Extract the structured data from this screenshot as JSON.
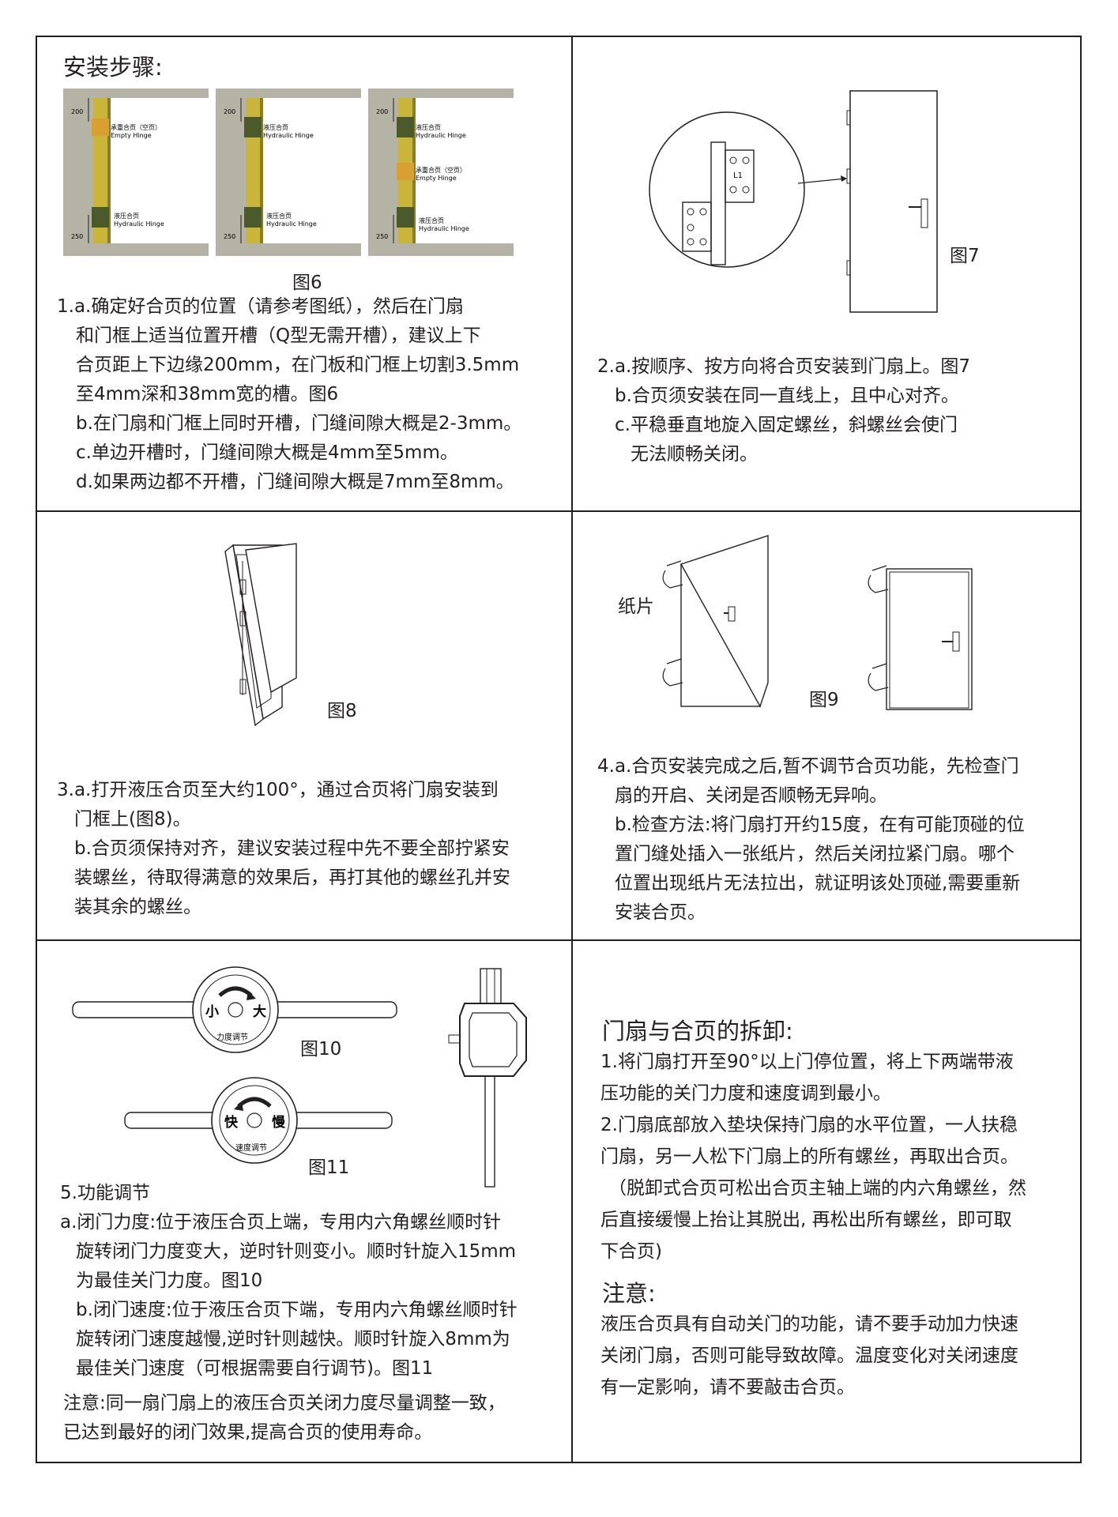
{
  "install": {
    "heading": "安装步骤:",
    "fig6_caption": "图6",
    "fig6_panels": [
      {
        "top_dim": "200",
        "bottom_dim": "250",
        "top_label_cn": "承重合页（空页）",
        "top_label_en": "Empty Hinge",
        "bottom_label_cn": "液压合页",
        "bottom_label_en": "Hydraulic Hinge"
      },
      {
        "top_dim": "200",
        "bottom_dim": "250",
        "top_label_cn": "液压合页",
        "top_label_en": "Hydraulic Hinge",
        "bottom_label_cn": "液压合页",
        "bottom_label_en": "Hydraulic Hinge"
      },
      {
        "top_dim": "200",
        "bottom_dim": "250",
        "top_label_cn": "液压合页",
        "top_label_en": "Hydraulic Hinge",
        "mid_label_cn": "承重合页（空页）",
        "mid_label_en": "Empty Hinge",
        "bottom_label_cn": "液压合页",
        "bottom_label_en": "Hydraulic Hinge"
      }
    ],
    "step1": [
      "1.a.确定好合页的位置（请参考图纸），然后在门扇",
      "和门框上适当位置开槽（Q型无需开槽），建议上下",
      "合页距上下边缘200mm，在门板和门框上切割3.5mm",
      "至4mm深和38mm宽的槽。图6",
      "b.在门扇和门框上同时开槽，门缝间隙大概是2-3mm。",
      "c.单边开槽时，门缝间隙大概是4mm至5mm。",
      "d.如果两边都不开槽，门缝间隙大概是7mm至8mm。"
    ]
  },
  "fig7": {
    "caption": "图7",
    "hinge_mark": "L1"
  },
  "step2": [
    "2.a.按顺序、按方向将合页安装到门扇上。图7",
    "b.合页须安装在同一直线上，且中心对齐。",
    "c.平稳垂直地旋入固定螺丝，斜螺丝会使门",
    "无法顺畅关闭。"
  ],
  "fig8": {
    "caption": "图8"
  },
  "step3": [
    "3.a.打开液压合页至大约100°，通过合页将门扇安装到",
    "门框上(图8)。",
    "b.合页须保持对齐，建议安装过程中先不要全部拧紧安",
    "装螺丝，待取得满意的效果后，再打其他的螺丝孔并安",
    "装其余的螺丝。"
  ],
  "fig9": {
    "caption": "图9",
    "paper_label": "纸片"
  },
  "step4": [
    "4.a.合页安装完成之后,暂不调节合页功能，先检查门",
    "扇的开启、关闭是否顺畅无异响。",
    "b.检查方法:将门扇打开约15度，在有可能顶碰的位",
    "置门缝处插入一张纸片，然后关闭拉紧门扇。哪个",
    "位置出现纸片无法拉出，就证明该处顶碰,需要重新",
    "安装合页。"
  ],
  "fig10": {
    "caption": "图10",
    "left": "小",
    "right": "大",
    "arc": "力度调节"
  },
  "fig11": {
    "caption": "图11",
    "left": "快",
    "right": "慢",
    "arc": "速度调节"
  },
  "step5": {
    "title": "5.功能调节",
    "lines": [
      "a.闭门力度:位于液压合页上端，专用内六角螺丝顺时针",
      "旋转闭门力度变大，逆时针则变小。顺时针旋入15mm",
      "为最佳关门力度。图10",
      "b.闭门速度:位于液压合页下端，专用内六角螺丝顺时针",
      "旋转闭门速度越慢,逆时针则越快。顺时针旋入8mm为",
      "最佳关门速度（可根据需要自行调节)。图11"
    ],
    "note": [
      "注意:同一扇门扇上的液压合页关闭力度尽量调整一致，",
      "已达到最好的闭门效果,提高合页的使用寿命。"
    ]
  },
  "removal": {
    "heading": "门扇与合页的拆卸:",
    "lines": [
      "1.将门扇打开至90°以上门停位置，将上下两端带液",
      "压功能的关门力度和速度调到最小。",
      "2.门扇底部放入垫块保持门扇的水平位置，一人扶稳",
      "门扇，另一人松下门扇上的所有螺丝，再取出合页。",
      "（脱卸式合页可松出合页主轴上端的内六角螺丝，然",
      "后直接缓慢上抬让其脱出, 再松出所有螺丝，即可取",
      "下合页)"
    ],
    "notice_heading": "注意:",
    "notice": [
      "液压合页具有自动关门的功能，请不要手动加力快速",
      "关闭门扇，否则可能导致故障。温度变化对关闭速度",
      "有一定影响，请不要敲击合页。"
    ]
  },
  "colors": {
    "line": "#231f20",
    "wall": "#b4b3a5",
    "door": "#c9b53a",
    "hydraulic": "#4b5a2a",
    "empty": "#d8a030"
  }
}
